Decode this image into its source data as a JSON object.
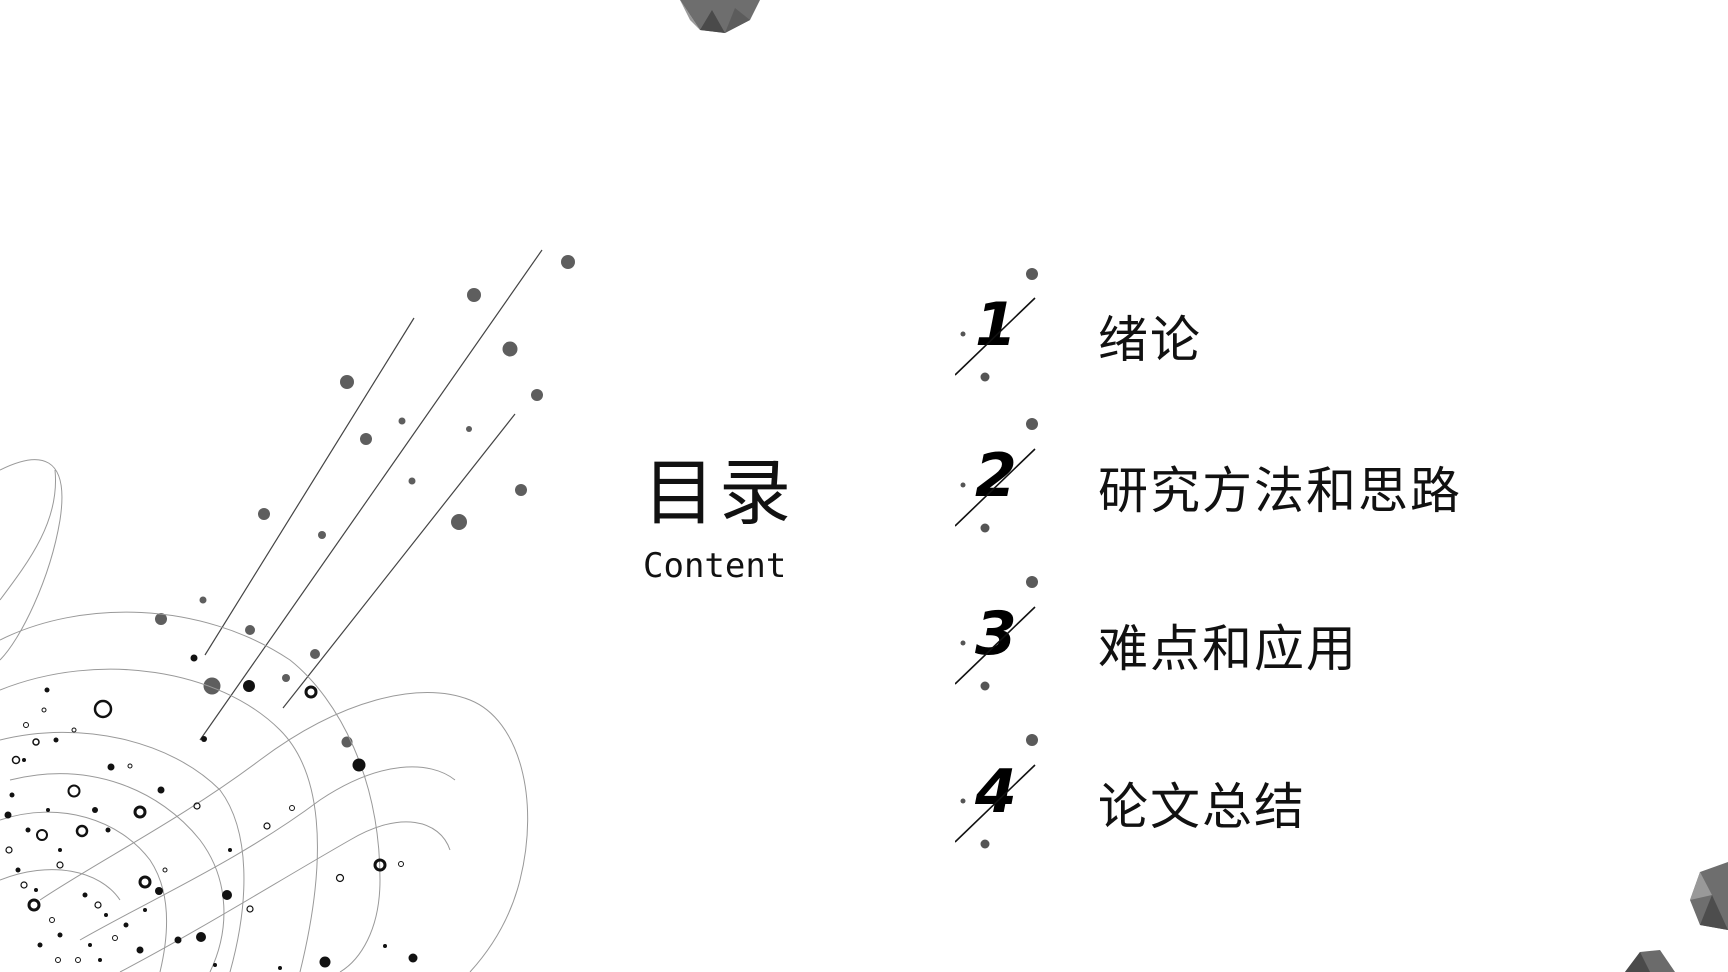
{
  "title": {
    "main": "目录",
    "subtitle": "Content"
  },
  "toc": {
    "items": [
      {
        "number": "1",
        "label": "绪论"
      },
      {
        "number": "2",
        "label": "研究方法和思路"
      },
      {
        "number": "3",
        "label": "难点和应用"
      },
      {
        "number": "4",
        "label": "论文总结"
      }
    ]
  },
  "colors": {
    "text": "#111111",
    "dot": "#5a5a5a",
    "line": "#333333",
    "polyhedron": "#6b6b6b"
  }
}
